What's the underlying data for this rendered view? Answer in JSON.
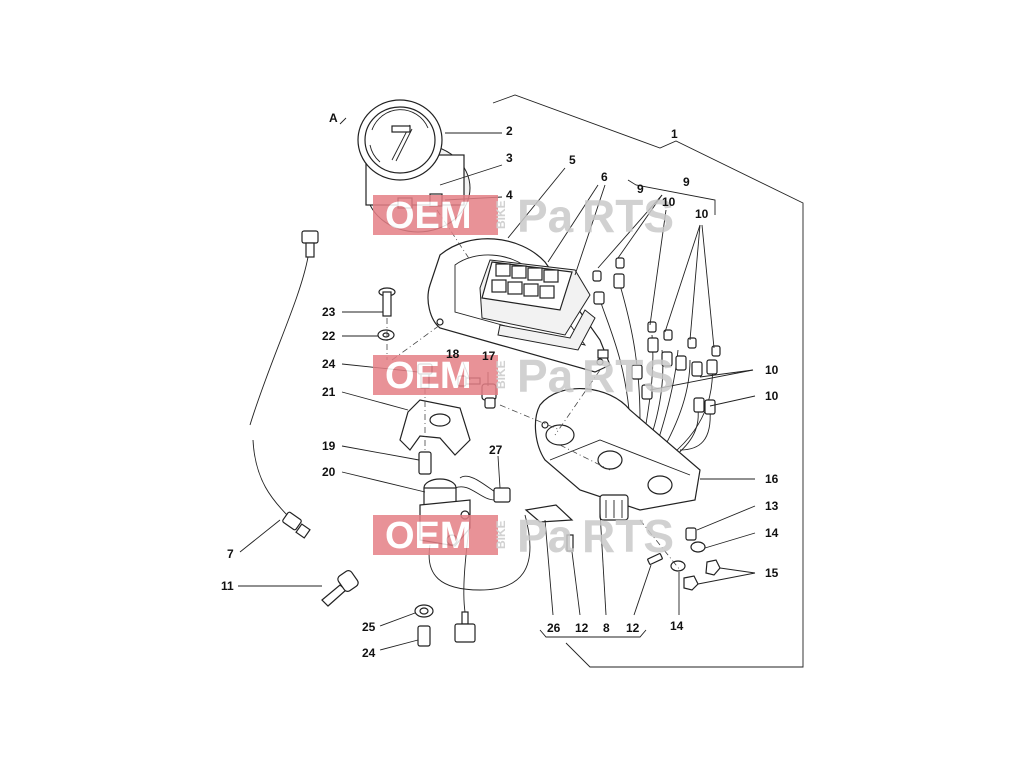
{
  "watermark": {
    "brand_left": "OEM",
    "brand_mid": "BIKE",
    "brand_right_a": "Pa",
    "brand_right_b": "RTS",
    "colors": {
      "red_block": "#e57f86",
      "grey_text": "#c9c9c9",
      "white": "#ffffff"
    }
  },
  "callouts": {
    "c1": "1",
    "c2": "2",
    "c3": "3",
    "c4": "4",
    "c5": "5",
    "c6": "6",
    "c7": "7",
    "c8": "8",
    "c9a": "9",
    "c9b": "9",
    "c10a": "10",
    "c10b": "10",
    "c10c": "10",
    "c10d": "10",
    "c11": "11",
    "c12a": "12",
    "c12b": "12",
    "c13": "13",
    "c14a": "14",
    "c14b": "14",
    "c15": "15",
    "c16": "16",
    "c17": "17",
    "c18": "18",
    "c19": "19",
    "c20": "20",
    "c21": "21",
    "c22": "22",
    "c23": "23",
    "c24a": "24",
    "c24b": "24",
    "c25": "25",
    "c26": "26",
    "c27": "27",
    "cA": "A"
  }
}
